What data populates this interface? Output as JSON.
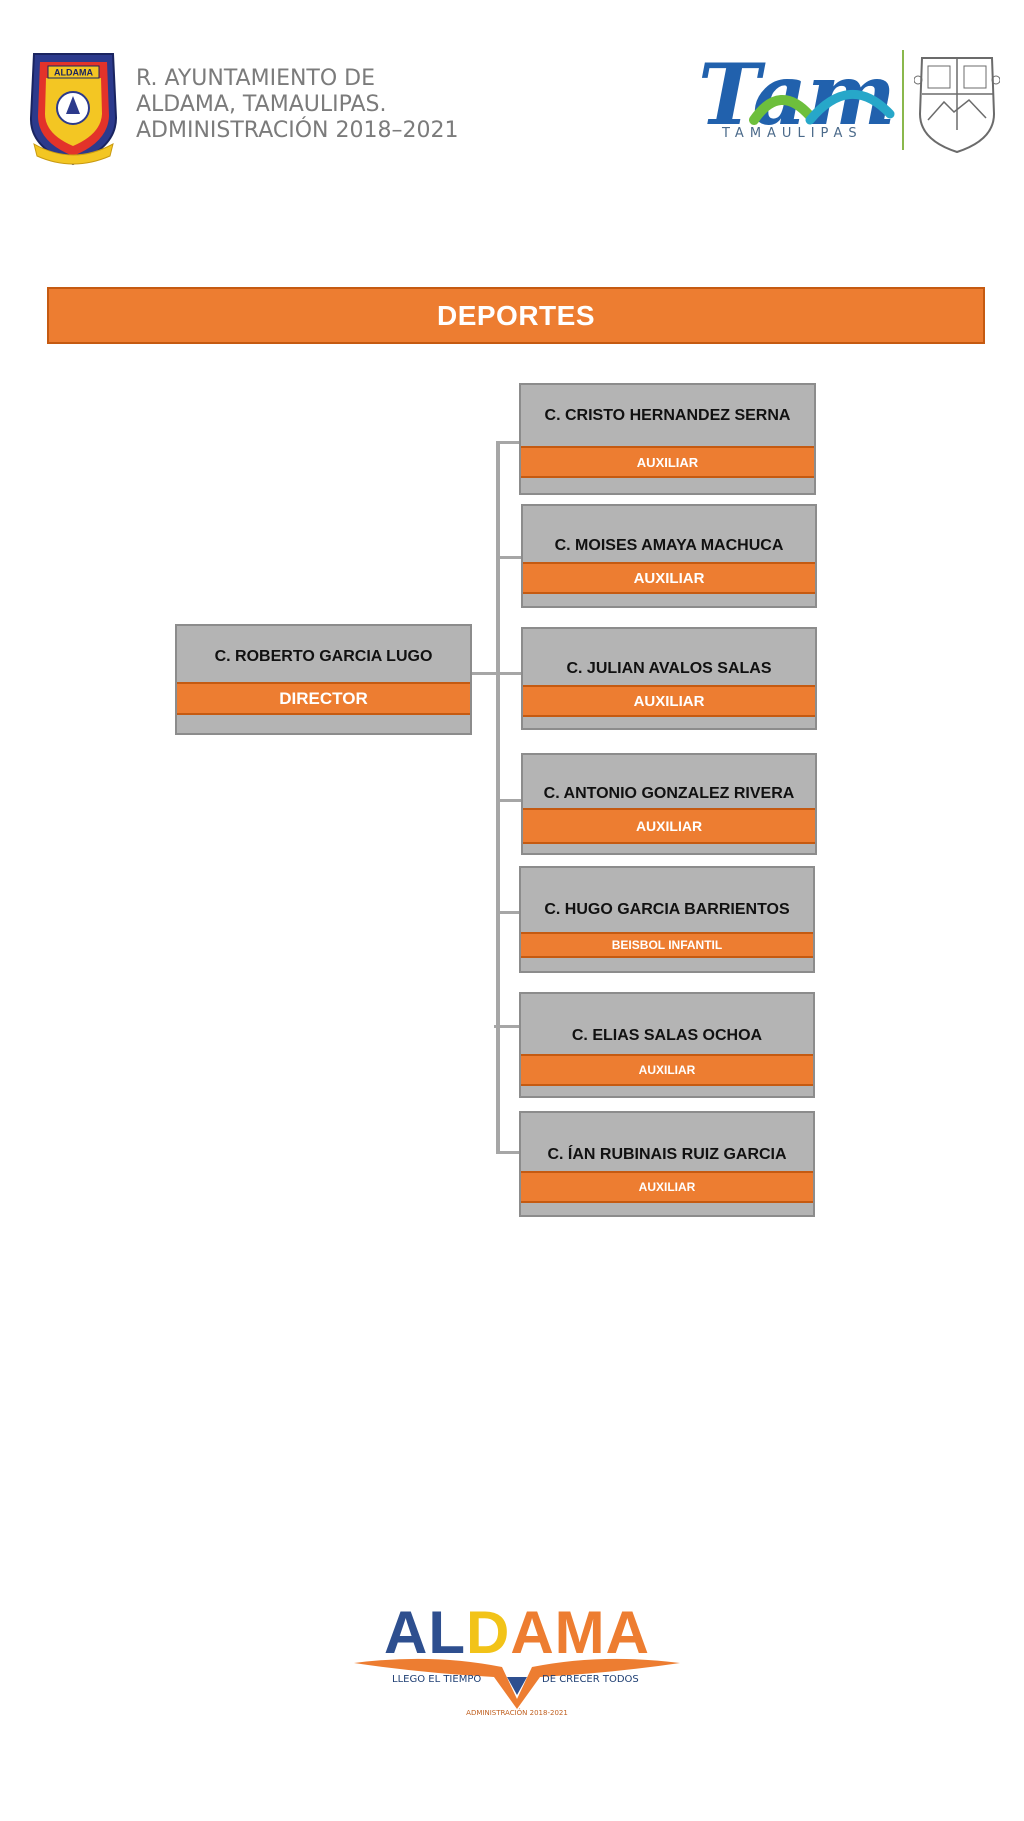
{
  "header": {
    "municipality_lines": [
      "R. AYUNTAMIENTO DE",
      "ALDAMA, TAMAULIPAS.",
      "ADMINISTRACIÓN  2018–2021"
    ],
    "crest_text": "ALDAMA",
    "tam_logo_text": "Tam",
    "tam_logo_subtitle": "TAMAULIPAS"
  },
  "title": "DEPORTES",
  "director": {
    "name": "C. ROBERTO GARCIA LUGO",
    "role": "DIRECTOR"
  },
  "staff": [
    {
      "name": "C. CRISTO HERNANDEZ SERNA",
      "role": "AUXILIAR"
    },
    {
      "name": "C. MOISES AMAYA MACHUCA",
      "role": "AUXILIAR"
    },
    {
      "name": "C. JULIAN AVALOS SALAS",
      "role": "AUXILIAR"
    },
    {
      "name": "C. ANTONIO GONZALEZ RIVERA",
      "role": "AUXILIAR"
    },
    {
      "name": "C. HUGO GARCIA BARRIENTOS",
      "role": "BEISBOL INFANTIL"
    },
    {
      "name": "C. ELIAS SALAS OCHOA",
      "role": "AUXILIAR"
    },
    {
      "name": "C.  ÍAN RUBINAIS RUIZ GARCIA",
      "role": "AUXILIAR"
    }
  ],
  "footer": {
    "logo_parts": [
      "AL",
      "D",
      "AMA"
    ],
    "tagline_left": "LLEGO EL TIEMPO",
    "tagline_right": "DE CRECER TODOS",
    "admin_text": "ADMINISTRACIÓN 2018-2021"
  },
  "colors": {
    "accent_orange": "#ed7d31",
    "card_gray": "#b4b4b4",
    "connector_gray": "#a6a6a6",
    "logo_blue": "#2e4f8f",
    "logo_yellow": "#f2c318"
  }
}
